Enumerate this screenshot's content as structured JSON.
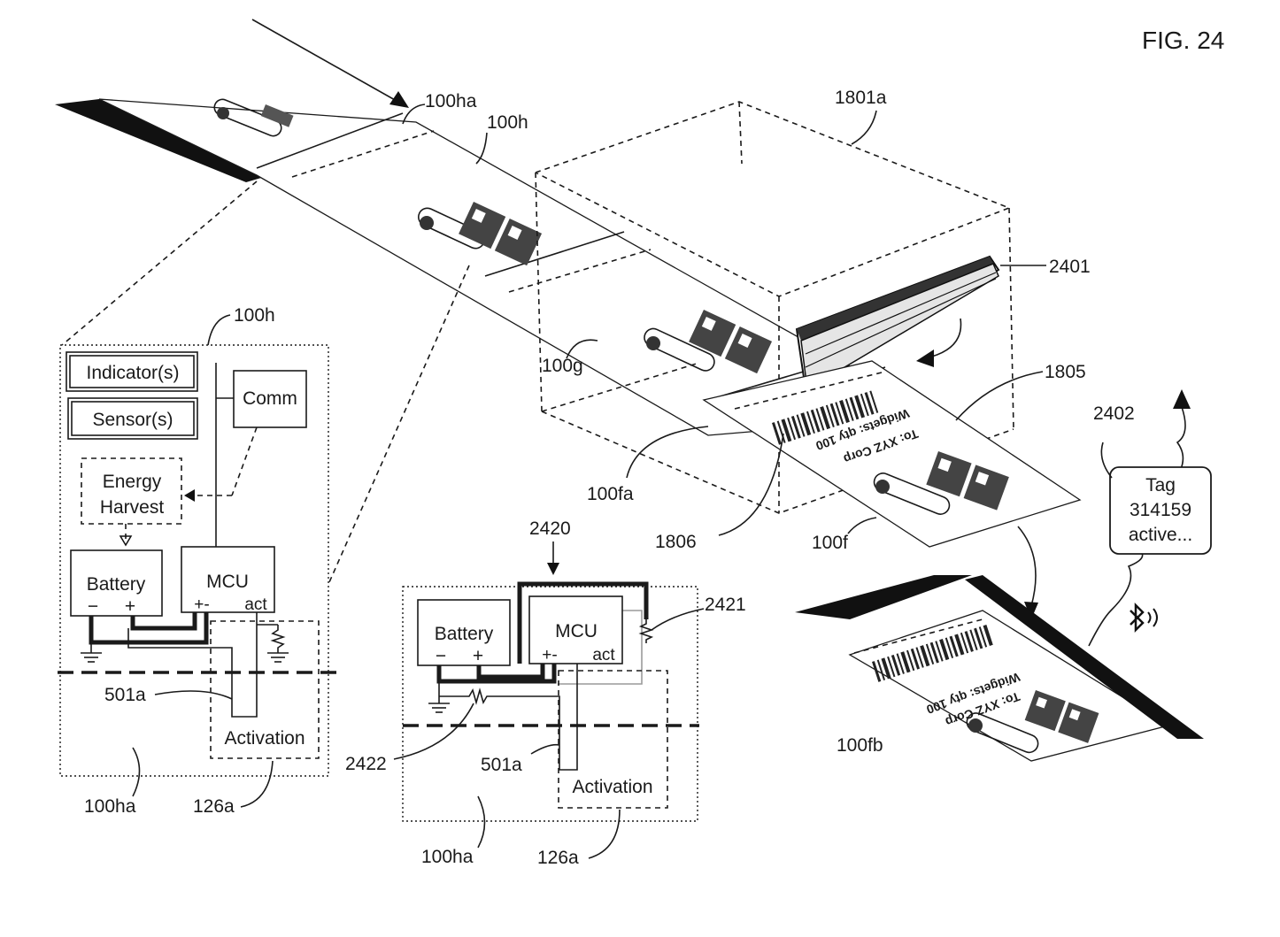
{
  "figure": {
    "title": "FIG. 24",
    "refs": {
      "r100ha_top": "100ha",
      "r100h_top": "100h",
      "r1801a": "1801a",
      "r2401": "2401",
      "r1805": "1805",
      "r2402": "2402",
      "r100g": "100g",
      "r100fa": "100fa",
      "r1806": "1806",
      "r100f": "100f",
      "r100fb": "100fb",
      "r2420": "2420",
      "r2421": "2421",
      "r2422": "2422",
      "r100h_left": "100h",
      "r501a_left": "501a",
      "r100ha_left": "100ha",
      "r126a_left": "126a",
      "r501a_mid": "501a",
      "r100ha_mid": "100ha",
      "r126a_mid": "126a"
    },
    "left_block": {
      "indicator": "Indicator(s)",
      "sensor": "Sensor(s)",
      "comm": "Comm",
      "energy_line1": "Energy",
      "energy_line2": "Harvest",
      "battery": "Battery",
      "battery_minus": "−",
      "battery_plus": "+",
      "mcu": "MCU",
      "mcu_pm": "+-",
      "mcu_act": "act",
      "activation": "Activation"
    },
    "mid_block": {
      "battery": "Battery",
      "battery_minus": "−",
      "battery_plus": "+",
      "mcu": "MCU",
      "mcu_pm": "+-",
      "mcu_act": "act",
      "activation": "Activation"
    },
    "tag_bubble": {
      "line1": "Tag",
      "line2": "314159",
      "line3": "active..."
    },
    "label_text": {
      "line1": "To: XYZ Corp",
      "line2": "Widgets: qty 100"
    },
    "icons": [
      "bluetooth-icon",
      "thermometer-icon",
      "qr-code-icon",
      "barcode-icon",
      "ground-icon",
      "resistor-icon"
    ]
  }
}
